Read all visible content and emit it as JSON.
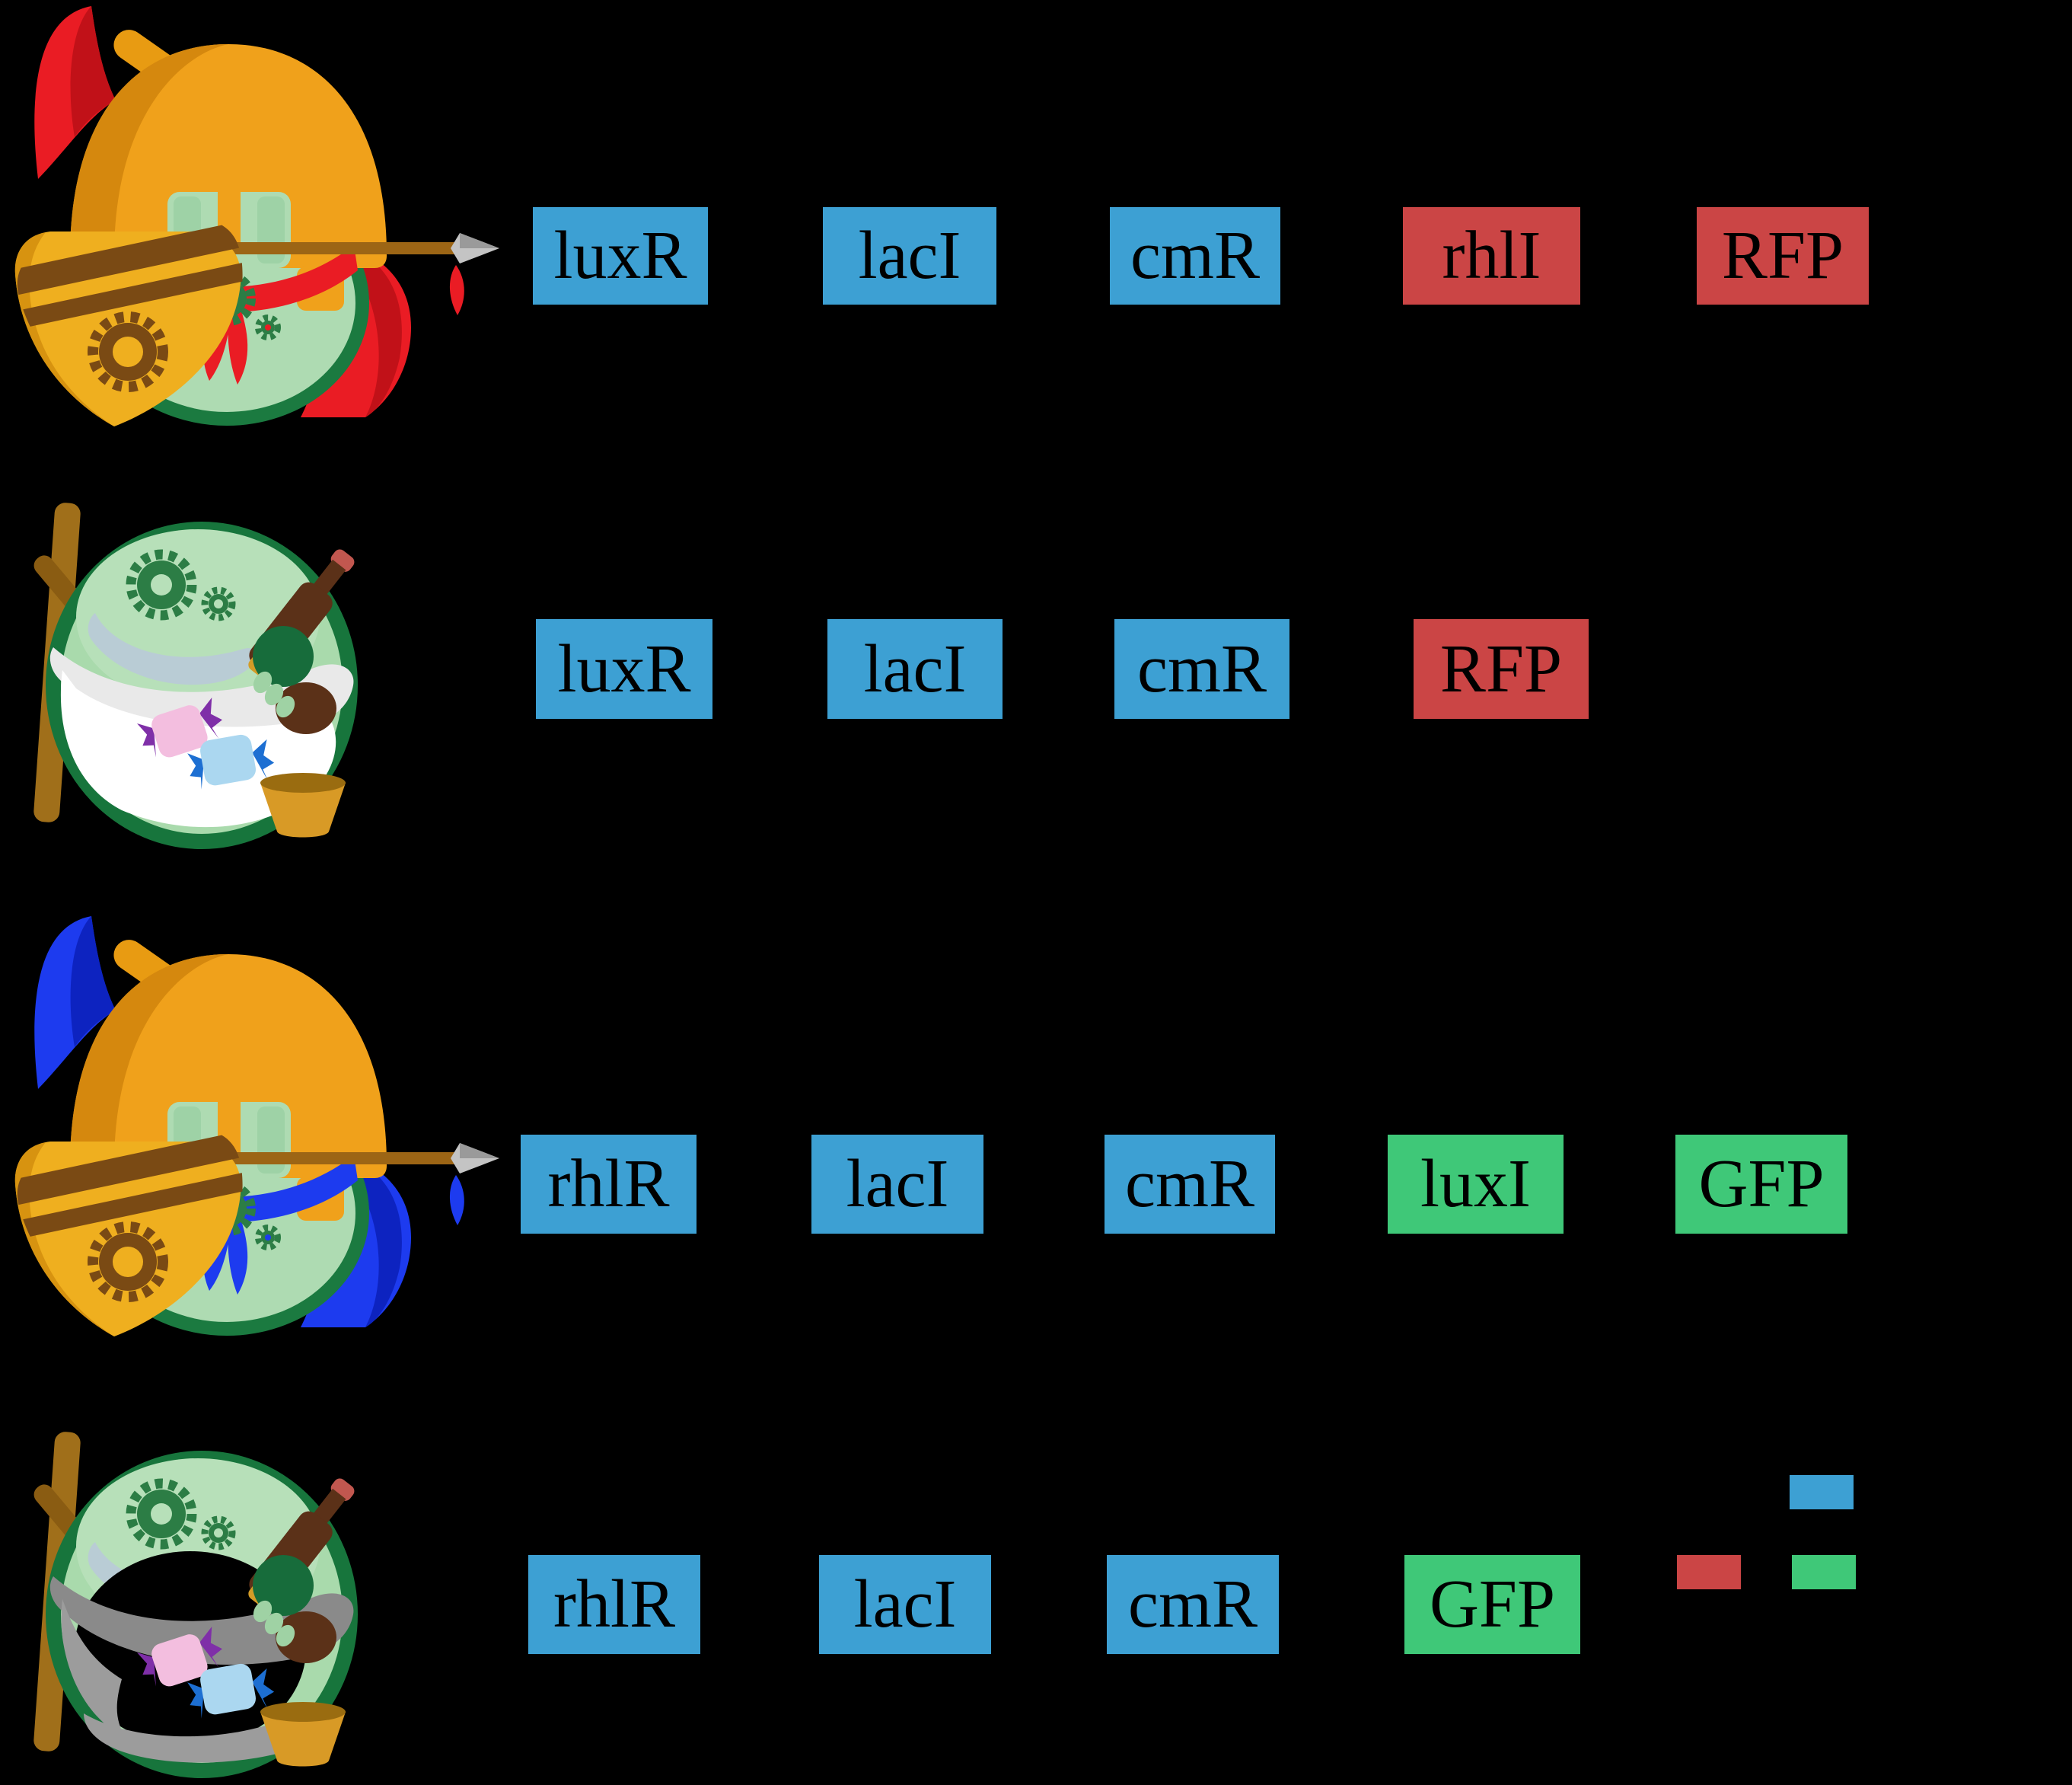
{
  "figure": {
    "background": "#000000",
    "description": "Four engineered bacteria strains (two Roman-soldier mascots, two friar mascots) each followed by their genetic cassette boxes",
    "rows": [
      {
        "mascot": "roman-soldier-red-cape",
        "genes": [
          {
            "label": "luxR",
            "color": "blue"
          },
          {
            "label": "lacI",
            "color": "blue"
          },
          {
            "label": "cmR",
            "color": "blue"
          },
          {
            "label": "rhlI",
            "color": "red"
          },
          {
            "label": "RFP",
            "color": "red"
          }
        ]
      },
      {
        "mascot": "friar-white-robe",
        "genes": [
          {
            "label": "luxR",
            "color": "blue"
          },
          {
            "label": "lacI",
            "color": "blue"
          },
          {
            "label": "cmR",
            "color": "blue"
          },
          {
            "label": "RFP",
            "color": "red"
          }
        ]
      },
      {
        "mascot": "roman-soldier-blue-cape",
        "genes": [
          {
            "label": "rhlR",
            "color": "blue"
          },
          {
            "label": "lacI",
            "color": "blue"
          },
          {
            "label": "cmR",
            "color": "blue"
          },
          {
            "label": "luxI",
            "color": "green"
          },
          {
            "label": "GFP",
            "color": "green"
          }
        ]
      },
      {
        "mascot": "friar-gray-robe",
        "genes": [
          {
            "label": "rhlR",
            "color": "blue"
          },
          {
            "label": "lacI",
            "color": "blue"
          },
          {
            "label": "cmR",
            "color": "blue"
          },
          {
            "label": "GFP",
            "color": "green"
          }
        ]
      }
    ],
    "legend": {
      "swatches": [
        {
          "color": "blue"
        },
        {
          "color": "red"
        },
        {
          "color": "green"
        }
      ]
    },
    "palette": {
      "gene-blue": "#3DA0D3",
      "gene-red": "#CB4545",
      "gene-green": "#3FC878",
      "soldier-red-cape": "#EA1C24",
      "soldier-blue-cape": "#1D3BEF",
      "friar-robe-white": "#FFFFFF",
      "friar-robe-gray": "#9C9C9C",
      "mascot-body-green": "#A9DAAC",
      "mascot-ring-green": "#1B7A40",
      "helmet-orange": "#F0A11B"
    }
  }
}
